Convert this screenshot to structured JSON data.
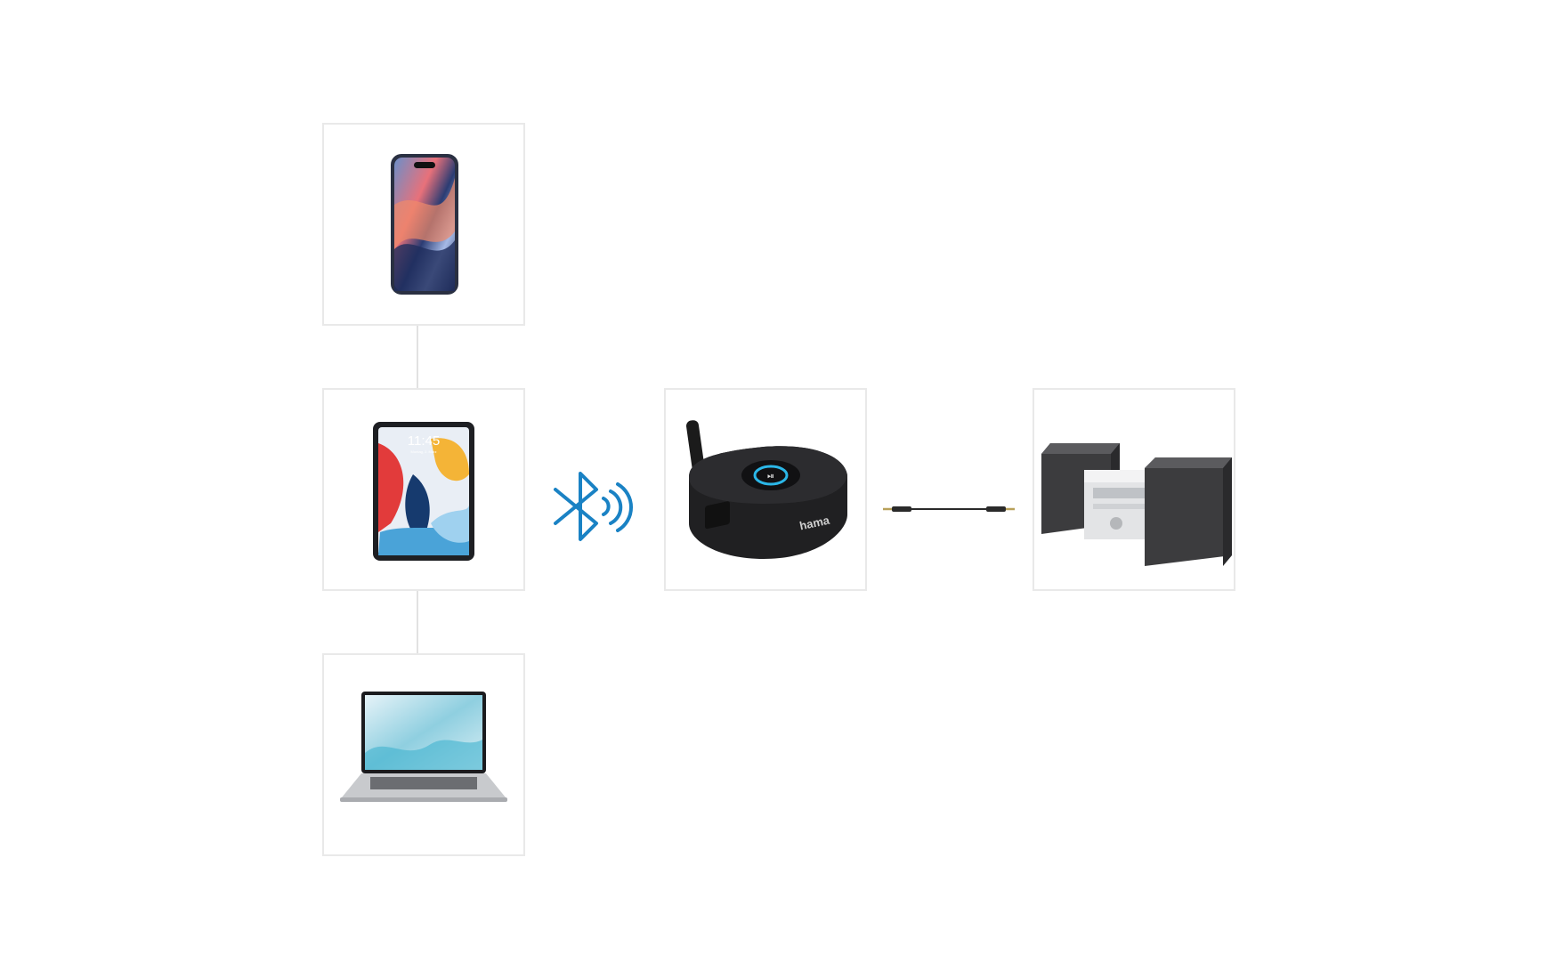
{
  "devices": {
    "smartphone": {
      "label": "smartphone"
    },
    "tablet": {
      "clock": "11:45",
      "date": "Montag, 2. März"
    },
    "laptop": {
      "label": "laptop"
    },
    "receiver": {
      "brand": "hama",
      "play_symbol": "⏯"
    },
    "stereo": {
      "label": "stereo system"
    }
  },
  "colors": {
    "bluetooth": "#1a82c4",
    "receiver_ring": "#2bb7e8",
    "frame_border": "#e9e9e9"
  },
  "icons": [
    "smartphone-icon",
    "tablet-icon",
    "laptop-icon",
    "bluetooth-icon",
    "receiver-icon",
    "audio-cable-icon",
    "stereo-icon"
  ]
}
